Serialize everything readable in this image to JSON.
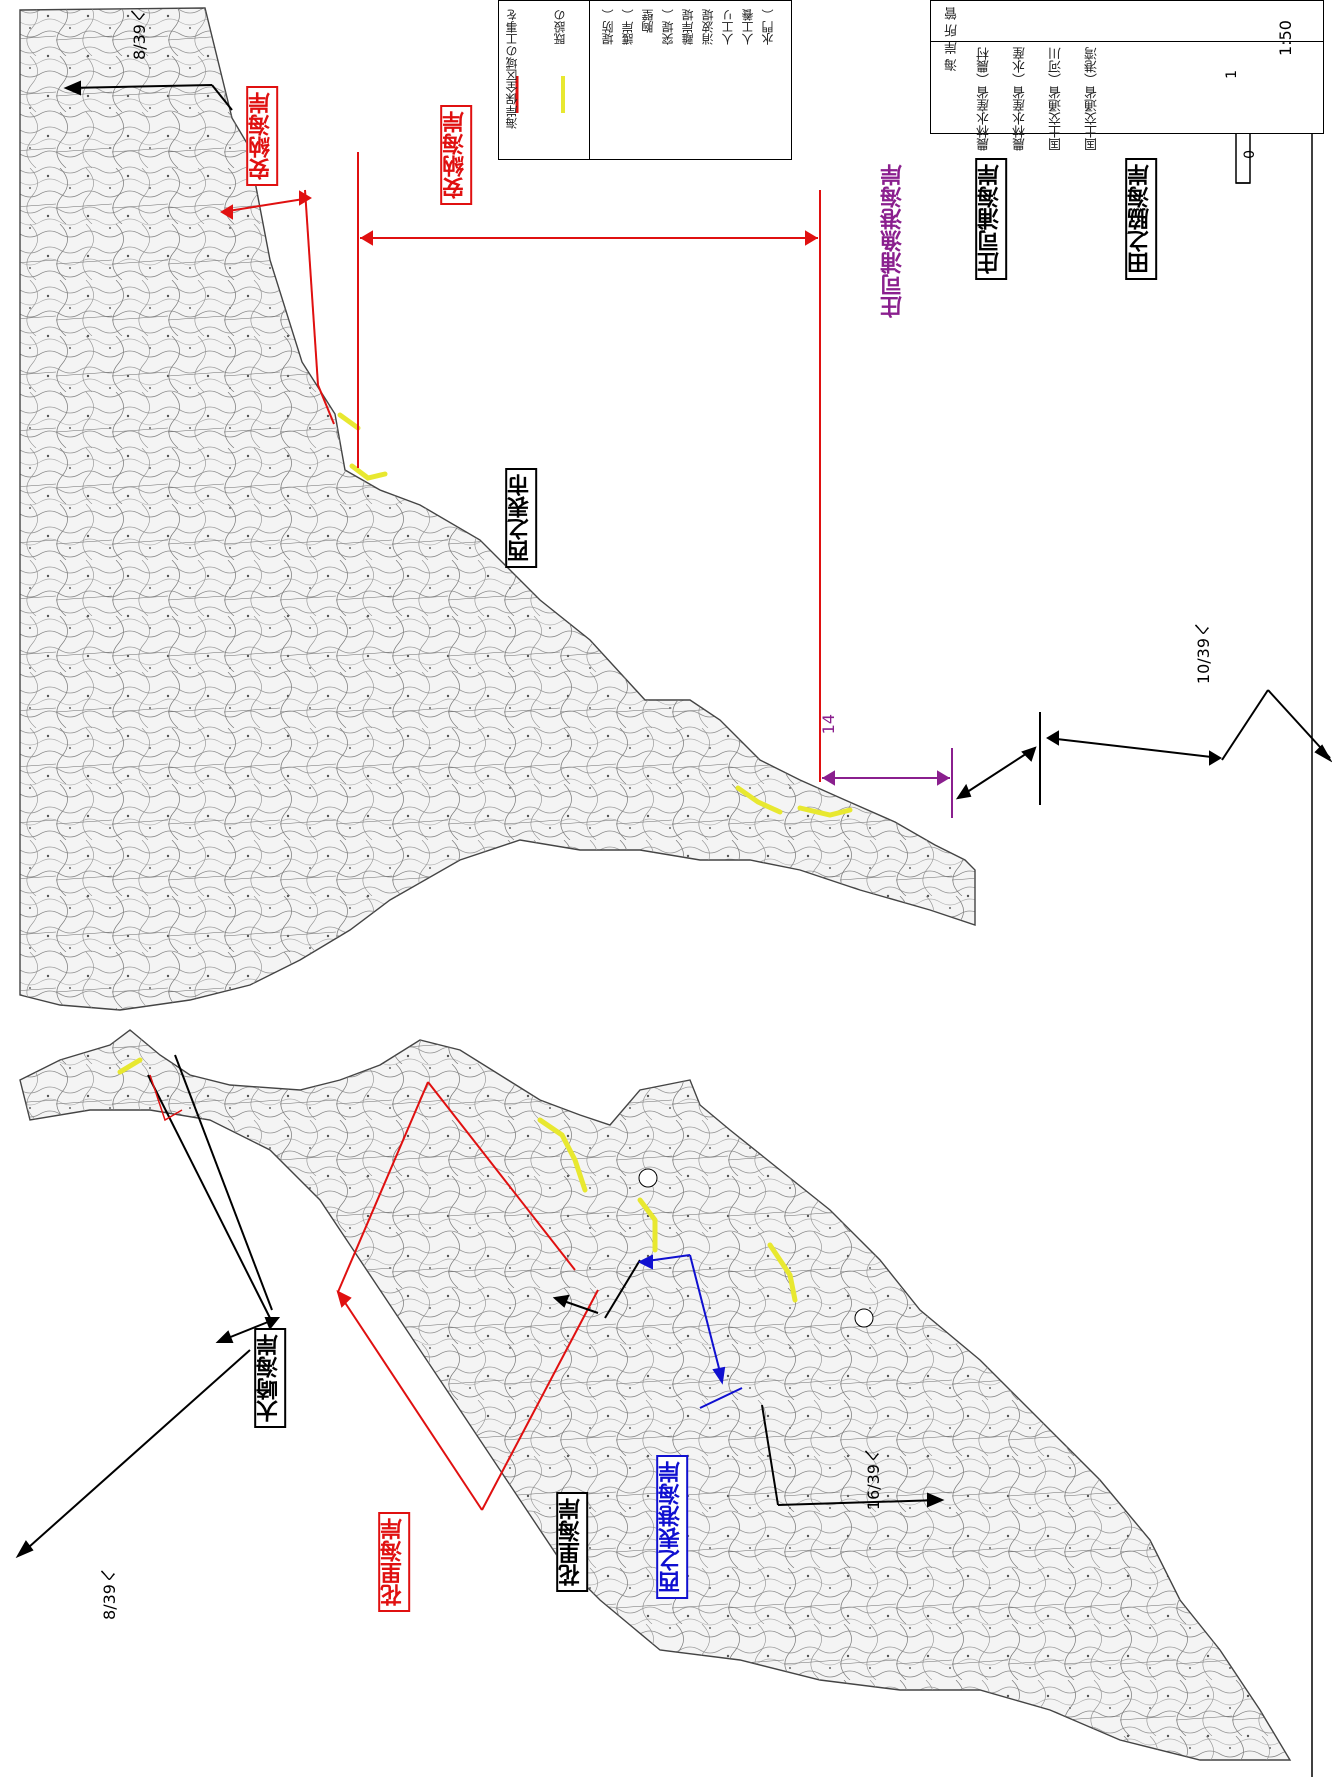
{
  "map": {
    "city_label": "西之表市",
    "coast_labels": {
      "anno_1": "安納海岸",
      "anno_2": "安納海岸",
      "shoji_fishing_port": "庄司浦漁港海岸",
      "shoji": "庄司浦海岸",
      "tanowaki": "田之脇海岸",
      "osaki": "大崎海岸",
      "hanazato_red": "花里海岸",
      "hanazato_black": "花里海岸",
      "nishinoomote_port": "西之表港海岸"
    },
    "section_number": "14",
    "page_refs": {
      "top_left": "8/39へ",
      "bottom_left": "8/39へ",
      "bottom_mid": "16/39へ",
      "right": "10/39へ"
    },
    "legend": {
      "line_items": [
        "海岸保全区域の工事を",
        "既設の"
      ],
      "symbol_items": [
        "堤防（",
        "護岸（",
        "胸壁",
        "突堤（",
        "離岸堤",
        "消波堤",
        "人工リ",
        "人工養",
        "水門（"
      ],
      "manager_header": "海 岸 所 管",
      "managers": [
        "農林水産省（農村",
        "農林水産省（水産",
        "国土交通省（河川",
        "国土交通省（港湾"
      ]
    },
    "scale": {
      "ratio": "1:50",
      "ticks": [
        "0",
        "1"
      ]
    },
    "colors": {
      "red": "#e01010",
      "blue": "#1010d0",
      "purple": "#8a1f8e",
      "yellow": "#e8e830"
    }
  }
}
